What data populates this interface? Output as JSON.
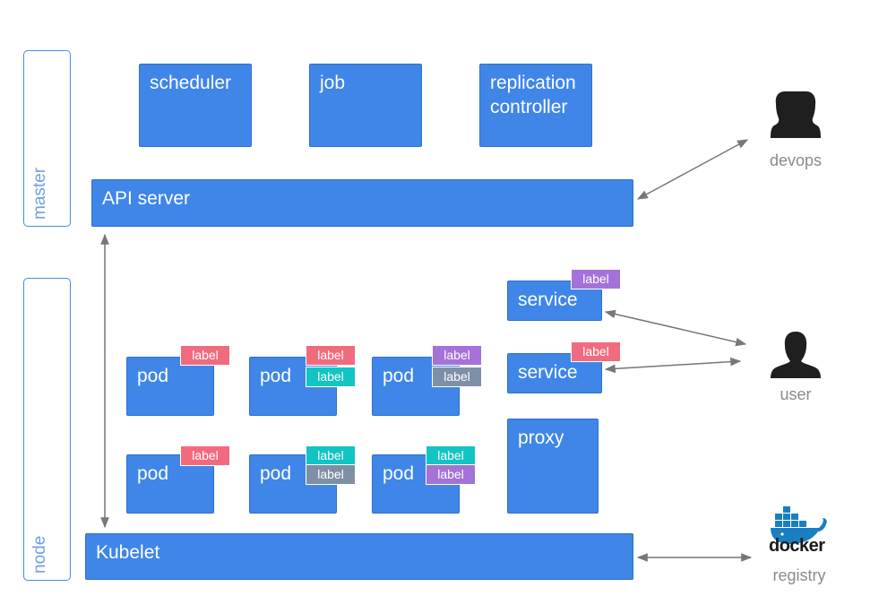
{
  "colors": {
    "box": "#3f86e8",
    "outline": "#4a8ae6",
    "label_red": "#f16b7e",
    "label_cyan": "#13c4c4",
    "label_purple": "#a472d8",
    "label_gray": "#7f8fa8",
    "arrow": "#777777",
    "actor_text": "#8a8a8a"
  },
  "master": {
    "label": "master",
    "components": [
      "scheduler",
      "job",
      "replication controller"
    ],
    "api_server": "API server"
  },
  "node": {
    "label": "node",
    "pods": [
      {
        "name": "pod",
        "labels": [
          {
            "text": "label",
            "color": "red"
          }
        ]
      },
      {
        "name": "pod",
        "labels": [
          {
            "text": "label",
            "color": "red"
          },
          {
            "text": "label",
            "color": "cyan"
          }
        ]
      },
      {
        "name": "pod",
        "labels": [
          {
            "text": "label",
            "color": "purple"
          },
          {
            "text": "label",
            "color": "gray"
          }
        ]
      },
      {
        "name": "pod",
        "labels": [
          {
            "text": "label",
            "color": "red"
          }
        ]
      },
      {
        "name": "pod",
        "labels": [
          {
            "text": "label",
            "color": "cyan"
          },
          {
            "text": "label",
            "color": "gray"
          }
        ]
      },
      {
        "name": "pod",
        "labels": [
          {
            "text": "label",
            "color": "cyan"
          },
          {
            "text": "label",
            "color": "purple"
          }
        ]
      }
    ],
    "services": [
      {
        "name": "service",
        "labels": [
          {
            "text": "label",
            "color": "purple"
          }
        ]
      },
      {
        "name": "service",
        "labels": [
          {
            "text": "label",
            "color": "red"
          }
        ]
      }
    ],
    "proxy": "proxy",
    "kubelet": "Kubelet"
  },
  "actors": {
    "devops": {
      "label": "devops",
      "icon": "person-silhouette-icon"
    },
    "user": {
      "label": "user",
      "icon": "person-silhouette-icon"
    },
    "registry": {
      "label": "registry",
      "logo_text": "docker",
      "icon": "docker-whale-icon"
    }
  }
}
